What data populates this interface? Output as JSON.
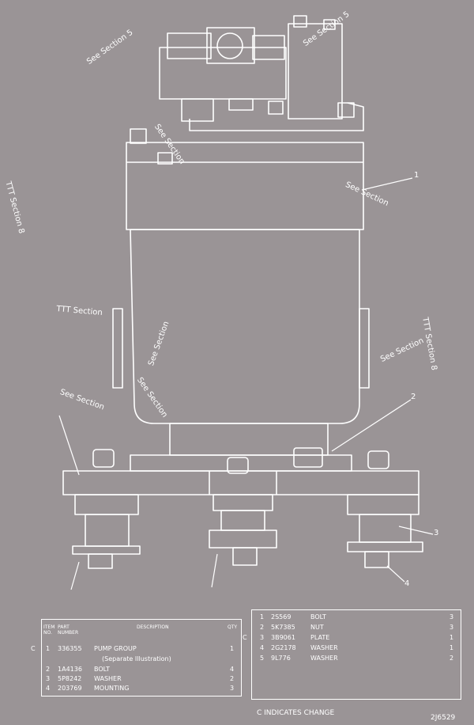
{
  "drawing": {
    "callouts": {
      "top_right": "See Section 5",
      "top_left": "See Section 5",
      "left_upper": "TTT Section 8",
      "mid_upper": "See Section",
      "right_label": "See Section",
      "left_mid": "TTT Section",
      "center_upper": "See Section",
      "center_lower": "See Section",
      "right_lower": "See Section",
      "right_vertical": "TTT Section 8",
      "left_lower": "See Section"
    },
    "item_numbers": {
      "item_1": "1",
      "item_2": "2",
      "item_3": "3",
      "item_4": "4"
    },
    "colors": {
      "background": "#9a9496",
      "line": "#ffffff"
    }
  },
  "parts_table_left": {
    "headers": {
      "item": "ITEM NO.",
      "part_number": "PART NUMBER",
      "description": "DESCRIPTION",
      "qty": "QTY"
    },
    "rows": [
      {
        "marker": "C",
        "item": "1",
        "part_number": "336355",
        "description": "PUMP GROUP",
        "qty": "1"
      },
      {
        "marker": "",
        "item": "",
        "part_number": "",
        "description": "(Separate Illustration)",
        "qty": ""
      },
      {
        "marker": "",
        "item": "2",
        "part_number": "1A4136",
        "description": "BOLT",
        "qty": "4"
      },
      {
        "marker": "",
        "item": "3",
        "part_number": "5P8242",
        "description": "WASHER",
        "qty": "2"
      },
      {
        "marker": "",
        "item": "4",
        "part_number": "203769",
        "description": "MOUNTING",
        "qty": "3"
      }
    ]
  },
  "parts_table_right": {
    "rows": [
      {
        "marker": "",
        "item": "1",
        "part_number": "2S569",
        "description": "BOLT",
        "qty": "3"
      },
      {
        "marker": "",
        "item": "2",
        "part_number": "5K7385",
        "description": "NUT",
        "qty": "3"
      },
      {
        "marker": "C",
        "item": "3",
        "part_number": "3B9061",
        "description": "PLATE",
        "qty": "1"
      },
      {
        "marker": "",
        "item": "4",
        "part_number": "2G2178",
        "description": "WASHER",
        "qty": "1"
      },
      {
        "marker": "",
        "item": "5",
        "part_number": "9L776",
        "description": "WASHER",
        "qty": "2"
      }
    ]
  },
  "footer": {
    "note": "C INDICATES CHANGE",
    "drawing_number": "2J6529"
  }
}
